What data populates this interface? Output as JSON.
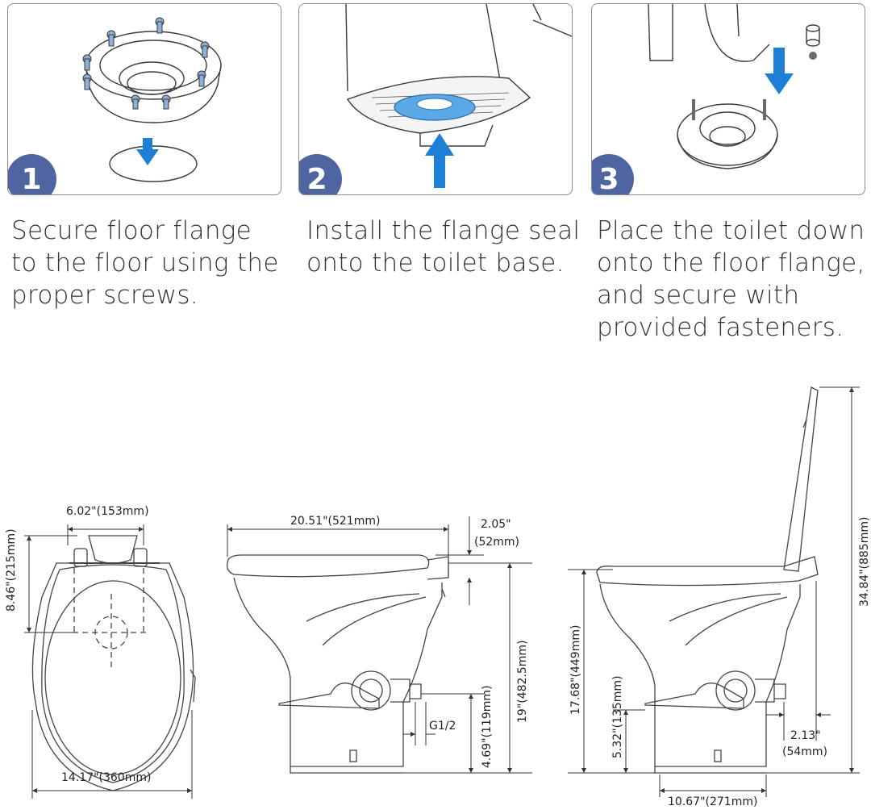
{
  "steps": [
    {
      "number": "1",
      "lines": [
        "Secure floor flange",
        "to the floor using the",
        "proper screws."
      ]
    },
    {
      "number": "2",
      "lines": [
        "Install the flange seal",
        "onto the toilet base."
      ]
    },
    {
      "number": "3",
      "lines": [
        "Place the toilet down",
        "onto the floor flange,",
        "and secure with",
        "provided fasteners."
      ]
    }
  ],
  "colors": {
    "badge": "#4f65a1",
    "arrow": "#1e7fd6",
    "seal": "#5aa9e6",
    "line": "#3a3a3a"
  },
  "dimensions": {
    "top_view": {
      "width_top": "6.02\"(153mm)",
      "height": "8.46\"(215mm)",
      "width_bottom": "14.17\"(360mm)"
    },
    "side_view": {
      "length": "20.51\"(521mm)",
      "seat_thickness_in": "2.05\"",
      "seat_thickness_mm": "(52mm)",
      "height": "19\"(482.5mm)",
      "inlet_height": "4.69\"(119mm)",
      "inlet_thread": "G1/2"
    },
    "open_view": {
      "total_height": "34.84\"(885mm)",
      "bowl_height": "17.68\"(449mm)",
      "pedal_height": "5.32\"(135mm)",
      "offset_in": "2.13\"",
      "offset_mm": "(54mm)",
      "base_length": "10.67\"(271mm)"
    }
  }
}
